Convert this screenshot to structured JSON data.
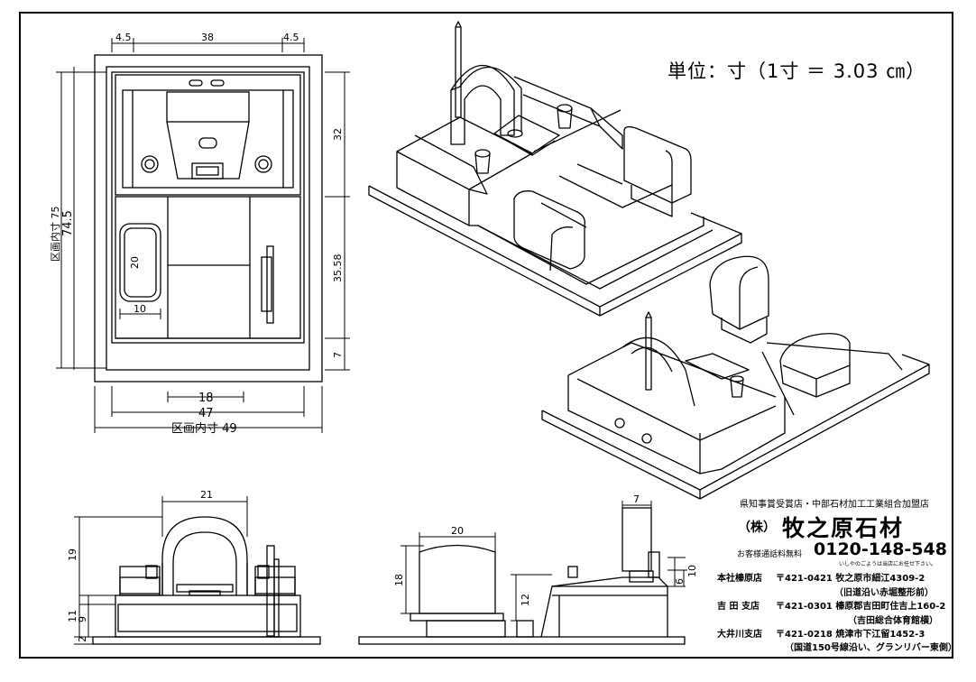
{
  "unit_label": "単位：寸（1寸 ＝ 3.03 ㎝）",
  "plan_dims": {
    "top_left": "4.5",
    "top_mid": "38",
    "top_right": "4.5",
    "left_outer": "区画内寸 75",
    "left_inner": "74.5",
    "right_top": "32",
    "right_mid": "35.58",
    "right_bottom": "7",
    "bench_w": "10",
    "bench_h": "20",
    "bottom_1": "18",
    "bottom_2": "47",
    "bottom_3": "区画内寸 49"
  },
  "front_dims": {
    "top": "21",
    "h19": "19",
    "h11": "11",
    "h9": "9",
    "h2": "2"
  },
  "side_dims": {
    "w20": "20",
    "h18": "18",
    "h12": "12",
    "w7": "7",
    "h10": "10",
    "h6": "6"
  },
  "company": {
    "tagline": "県知事賞受賞店・中部石材加工工業組合加盟店",
    "name_prefix": "（株）",
    "name": "牧之原石材",
    "tel_label": "お客様通話料無料",
    "tel": "0120-148-548",
    "tel_note": "いしやのごようは当店にお任せ下さい。",
    "branches": [
      {
        "name": "本社榛原店",
        "address": "〒421-0421 牧之原市細江4309-2",
        "note": "（旧道沿い赤堀整形前）"
      },
      {
        "name": "吉 田 支店",
        "address": "〒421-0301 榛原郡吉田町住吉上160-2",
        "note": "（吉田総合体育館横）"
      },
      {
        "name": "大井川支店",
        "address": "〒421-0218 焼津市下江留1452-3",
        "note": "（国道150号線沿い、グランリバー東側）"
      }
    ]
  }
}
